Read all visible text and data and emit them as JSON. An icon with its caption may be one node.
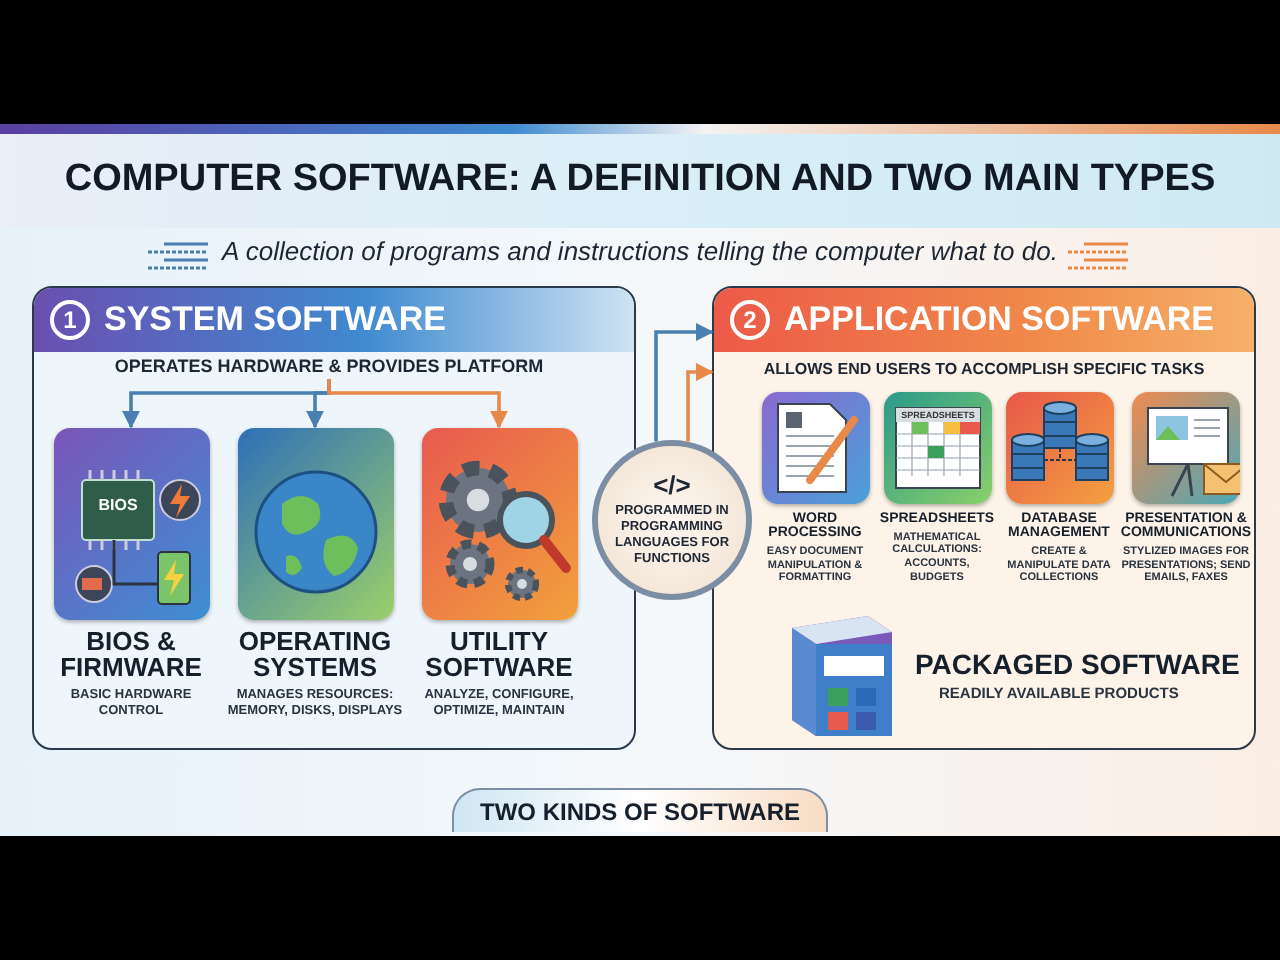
{
  "diagram": {
    "title": "COMPUTER SOFTWARE: A DEFINITION AND TWO MAIN TYPES",
    "nodes": [
      {
        "text": [
          "1",
          "SYSTEM SOFTWARE"
        ]
      },
      {
        "text": [
          "OPERATES HARDWARE & PROVIDES PLATFORM"
        ],
        "in": 0
      },
      {
        "text": [
          "BIOS & FIRMWARE",
          "BASIC HARDWARE CONTROL"
        ],
        "in": 0
      },
      {
        "text": [
          "OPERATING SYSTEMS",
          "MANAGES RESOURCES: MEMORY, DISKS, DISPLAYS"
        ],
        "in": 0
      },
      {
        "text": [
          "UTILITY SOFTWARE",
          "ANALYZE, CONFIGURE, OPTIMIZE, MAINTAIN"
        ],
        "in": 0
      },
      {
        "text": [
          "</>",
          "PROGRAMMED IN PROGRAMMING LANGUAGES FOR FUNCTIONS"
        ]
      },
      {
        "text": [
          "2",
          "APPLICATION SOFTWARE",
          "ALLOWS END USERS TO ACCOMPLISH SPECIFIC TASKS"
        ]
      },
      {
        "text": [
          "WORD PROCESSING",
          "EASY DOCUMENT MANIPULATION & FORMATTING"
        ],
        "in": 6
      },
      {
        "text": [
          "SPREADSHEETS",
          "MATHEMATICAL CALCULATIONS: ACCOUNTS, BUDGETS"
        ],
        "in": 6
      },
      {
        "text": [
          "DATABASE MANAGEMENT",
          "CREATE & MANIPULATE DATA COLLECTIONS"
        ],
        "in": 6
      },
      {
        "text": [
          "PRESENTATION & COMMUNICATIONS",
          "STYLIZED IMAGES FOR PRESENTATIONS; SEND EMAILS, FAXES"
        ],
        "in": 6
      },
      {
        "text": [
          "PACKAGED SOFTWARE",
          "READILY AVAILABLE PRODUCTS"
        ],
        "in": 6
      }
    ],
    "edges": [
      {
        "from": 1,
        "to": 2,
        "arrow": "to"
      },
      {
        "from": 1,
        "to": 3,
        "arrow": "to"
      },
      {
        "from": 1,
        "to": 4,
        "arrow": "to",
        "color": "#e8894a"
      },
      {
        "from": 5,
        "to": 6,
        "arrow": "to"
      },
      {
        "from": 5,
        "to": 6,
        "arrow": "to",
        "color": "#e8894a"
      }
    ],
    "labels": [
      "A collection of programs and instructions telling the computer what to do.",
      "BIOS",
      "SPREADSHEETS",
      "TWO KINDS OF SOFTWARE"
    ]
  }
}
